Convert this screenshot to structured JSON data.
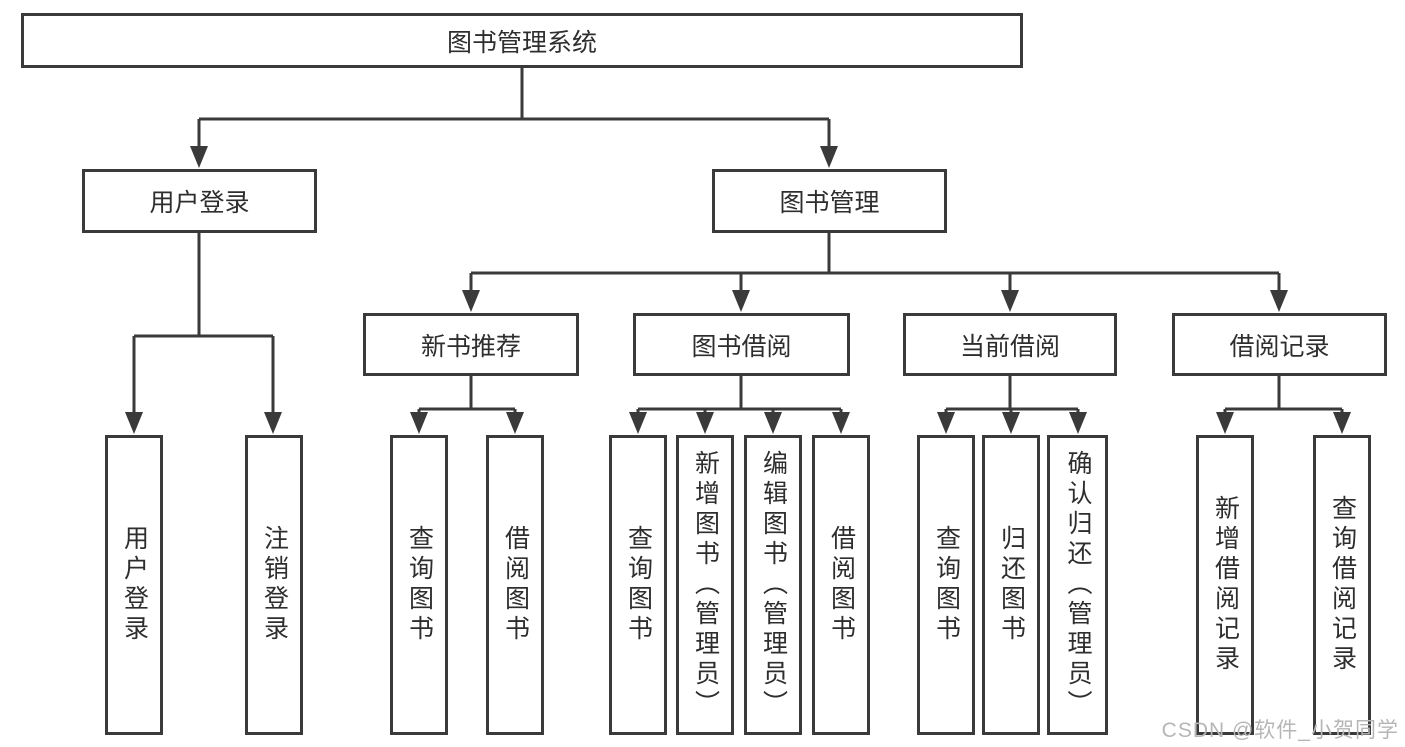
{
  "tree": {
    "root": "图书管理系统",
    "level2": [
      {
        "label": "用户登录",
        "leaves": [
          "用户登录",
          "注销登录"
        ]
      },
      {
        "label": "图书管理",
        "groups": [
          {
            "label": "新书推荐",
            "leaves": [
              "查询图书",
              "借阅图书"
            ]
          },
          {
            "label": "图书借阅",
            "leaves": [
              "查询图书",
              "新增图书（管理员）",
              "编辑图书（管理员）",
              "借阅图书"
            ]
          },
          {
            "label": "当前借阅",
            "leaves": [
              "查询图书",
              "归还图书",
              "确认归还（管理员）"
            ]
          },
          {
            "label": "借阅记录",
            "leaves": [
              "新增借阅记录",
              "查询借阅记录"
            ]
          }
        ]
      }
    ]
  },
  "watermark": "CSDN @软件_小贺同学",
  "colors": {
    "line": "#3a3a3a",
    "text": "#2e2e2e",
    "watermark": "#b6b6b6",
    "background": "#ffffff"
  }
}
